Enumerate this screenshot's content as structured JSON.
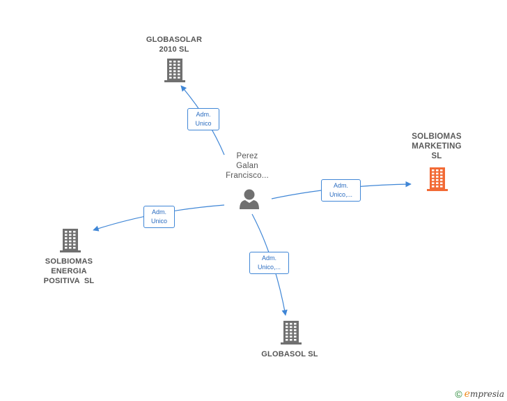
{
  "center": {
    "label": [
      "Perez",
      "Galan",
      "Francisco..."
    ],
    "icon": "person-icon"
  },
  "companies": [
    {
      "id": "globasolar",
      "label": [
        "GLOBASOLAR",
        "2010 SL"
      ],
      "icon": "building-icon",
      "color": "#707070"
    },
    {
      "id": "solbiomas-marketing",
      "label": [
        "SOLBIOMAS",
        "MARKETING",
        "SL"
      ],
      "icon": "building-icon",
      "color": "#f26a35"
    },
    {
      "id": "solbiomas-energia",
      "label": [
        "SOLBIOMAS",
        "ENERGIA",
        "POSITIVA  SL"
      ],
      "icon": "building-icon",
      "color": "#707070"
    },
    {
      "id": "globasol",
      "label": [
        "GLOBASOL SL"
      ],
      "icon": "building-icon",
      "color": "#707070"
    }
  ],
  "edges": [
    {
      "to": "globasolar",
      "label": [
        "Adm.",
        "Unico"
      ]
    },
    {
      "to": "solbiomas-marketing",
      "label": [
        "Adm.",
        "Unico,..."
      ]
    },
    {
      "to": "solbiomas-energia",
      "label": [
        "Adm.",
        "Unico"
      ]
    },
    {
      "to": "globasol",
      "label": [
        "Adm.",
        "Unico,..."
      ]
    }
  ],
  "colors": {
    "edge": "#3f86d6",
    "node_default": "#707070",
    "node_focus": "#f26a35"
  },
  "footer": {
    "copyright": "©",
    "brand_initial": "e",
    "brand_rest": "mpresia"
  }
}
